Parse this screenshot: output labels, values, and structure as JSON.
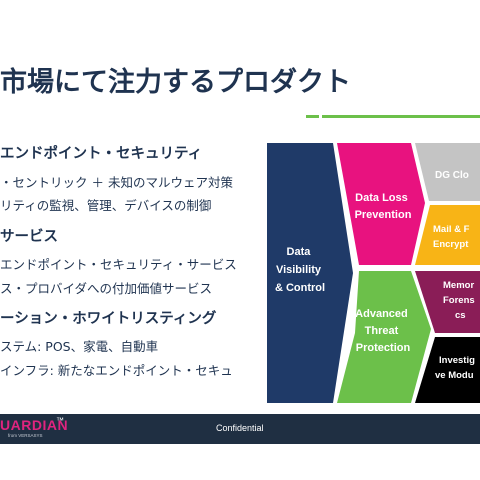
{
  "title": "市場にて注力するプロダクト",
  "accent_color": "#6cc04a",
  "bullets": [
    {
      "text": "エンドポイント・セキュリティ",
      "level": 1
    },
    {
      "text": "・セントリック ＋ 未知のマルウェア対策",
      "level": 2
    },
    {
      "text": "リティの監視、管理、デバイスの制御",
      "level": 2
    },
    {
      "text": "サービス",
      "level": 1
    },
    {
      "text": "エンドポイント・セキュリティ・サービス",
      "level": 2
    },
    {
      "text": "ス・プロバイダへの付加価値サービス",
      "level": 2
    },
    {
      "text": "ーション・ホワイトリスティング",
      "level": 1
    },
    {
      "text": "ステム:  POS、家電、自動車",
      "level": 2
    },
    {
      "text": "インフラ:  新たなエンドポイント・セキュ",
      "level": 2
    }
  ],
  "diagram": {
    "data_visibility": {
      "lines": [
        "Data",
        "Visibility",
        "& Control"
      ],
      "color": "#1f3a68"
    },
    "data_loss": {
      "lines": [
        "Data Loss",
        "Prevention"
      ],
      "color": "#e8127f"
    },
    "advanced_threat": {
      "lines": [
        "Advanced",
        "Threat",
        "Protection"
      ],
      "color": "#6cc04a"
    },
    "dg_cloud": {
      "lines": [
        "DG Clo"
      ],
      "color": "#c4c4c4"
    },
    "mail": {
      "lines": [
        "Mail & F",
        "Encrypt"
      ],
      "color": "#f8b416"
    },
    "memory": {
      "lines": [
        "Memor",
        "Forens",
        "cs"
      ],
      "color": "#8a1d57"
    },
    "investig": {
      "lines": [
        "Investig",
        "ve Modu"
      ],
      "color": "#000000"
    }
  },
  "footer": {
    "logo": "UARDIAN",
    "tm": "™",
    "logo_sub": "from VERSASYS",
    "confidential": "Confidential"
  }
}
